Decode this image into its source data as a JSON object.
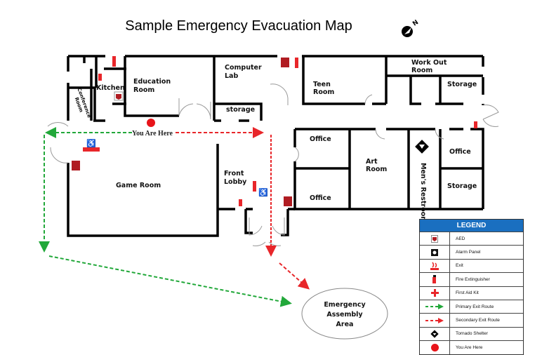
{
  "title": "Sample Emergency Evacuation Map",
  "compass_icon": "north-arrow-icon",
  "rooms": {
    "education": [
      "Education",
      "Room"
    ],
    "kitchen": "Kitchen",
    "conference": "Conference Room",
    "computer": [
      "Computer",
      "Lab"
    ],
    "storage_small": "storage",
    "teen": [
      "Teen",
      "Room"
    ],
    "workout": [
      "Work Out",
      "Room"
    ],
    "storage_top": "Storage",
    "office1": "Office",
    "office2": "Office",
    "office3": "Office",
    "art": [
      "Art",
      "Room"
    ],
    "restroom": "Men's Restroom",
    "storage_bottom": "Storage",
    "game": "Game Room",
    "lobby": [
      "Front",
      "Lobby"
    ]
  },
  "you_are_here": "You Are Here",
  "assembly": [
    "Emergency",
    "Assembly",
    "Area"
  ],
  "colors": {
    "primary_route": "#22a83a",
    "secondary_route": "#e8262a",
    "legend_header": "#1a6fc0",
    "you_are_here": "#e8141a"
  },
  "legend": {
    "title": "LEGEND",
    "items": [
      {
        "icon": "aed-icon",
        "label": "AED"
      },
      {
        "icon": "alarm-panel-icon",
        "label": "Alarm Panel"
      },
      {
        "icon": "exit-icon",
        "label": "Exit"
      },
      {
        "icon": "fire-extinguisher-icon",
        "label": "Fire Extinguisher"
      },
      {
        "icon": "first-aid-kit-icon",
        "label": "First Aid Kit"
      },
      {
        "icon": "primary-route-arrow-icon",
        "label": "Primary Exit Route"
      },
      {
        "icon": "secondary-route-arrow-icon",
        "label": "Secondary Exit Route"
      },
      {
        "icon": "tornado-shelter-icon",
        "label": "Tornado Shelter"
      },
      {
        "icon": "you-are-here-icon",
        "label": "You Are Here"
      }
    ]
  }
}
